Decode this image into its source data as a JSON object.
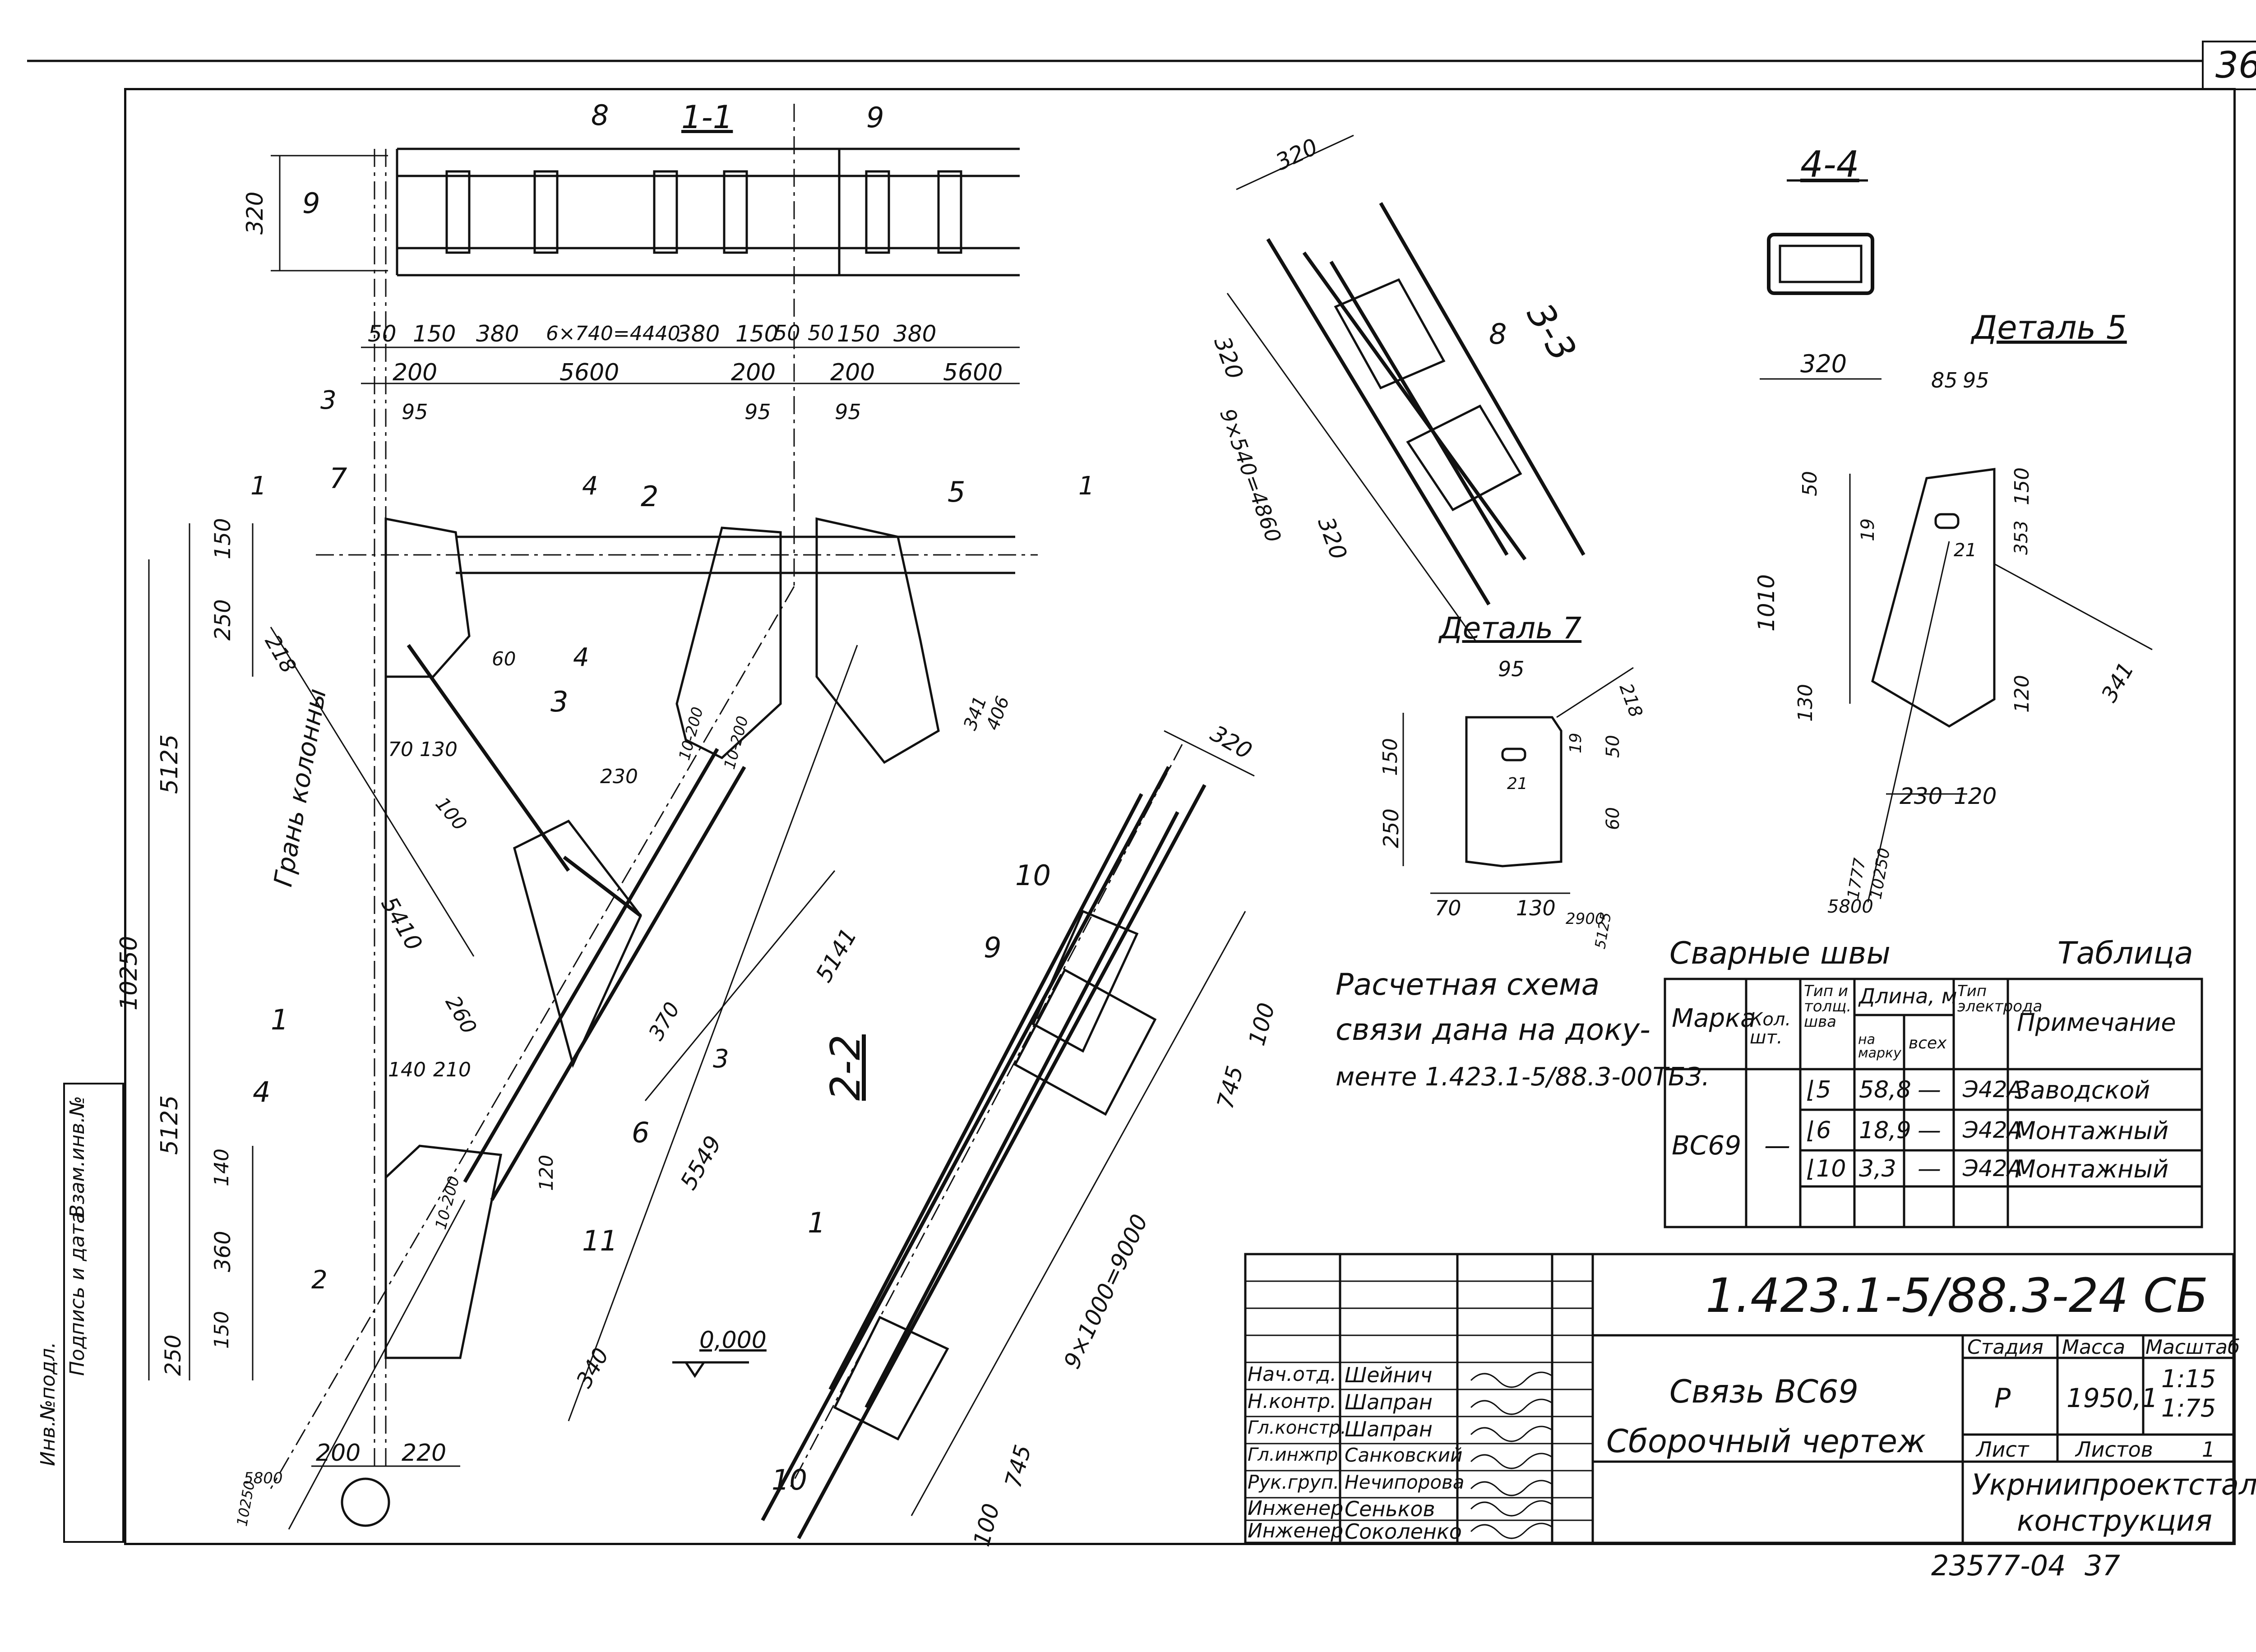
{
  "sheet": {
    "number": "36",
    "copy_mark": "23577-04",
    "copy_page": "37"
  },
  "section_labels": {
    "s11": "1-1",
    "s22": "2-2",
    "s33": "3-3",
    "s44": "4-4",
    "detail5": "Деталь 5",
    "detail7": "Деталь 7",
    "column_face": "Грань колонны",
    "level": "0,000",
    "cut1": "1",
    "cut2": "2",
    "cut3": "3",
    "cut4": "4"
  },
  "dimensions_top": [
    "50",
    "150",
    "380",
    "6×740=4440",
    "380",
    "150",
    "50",
    "50",
    "150",
    "380"
  ],
  "dimensions_axis": [
    "200",
    "5600",
    "200",
    "200",
    "5600"
  ],
  "dimensions_misc": {
    "d320": "320",
    "d95": "95",
    "d50": "50",
    "d150": "150",
    "d250": "250",
    "d218": "218",
    "d5125": "5125",
    "d10250": "10250",
    "d5410": "5410",
    "d70": "70",
    "d130": "130",
    "d60": "60",
    "d100": "100",
    "d230": "230",
    "d260": "260",
    "d370": "370",
    "d5141": "5141",
    "d5549": "5549",
    "d140": "140",
    "d210": "210",
    "d360": "360",
    "d120": "120",
    "d340": "340",
    "d220": "220",
    "d745": "745",
    "d9x1000": "9×1000=9000",
    "d4860": "9×540=4860",
    "d341": "341",
    "d406": "406",
    "d1010": "1010",
    "d19": "19",
    "d21": "21",
    "d353": "353",
    "d85": "85",
    "d1777": "1777",
    "d5800": "5800",
    "d2900": "2900",
    "d6": "6"
  },
  "weld_notes": [
    "10-200",
    "10-200",
    "10-200"
  ],
  "part_marks": [
    "1",
    "2",
    "3",
    "4",
    "5",
    "6",
    "7",
    "8",
    "9",
    "10",
    "11"
  ],
  "calc_note": [
    "Расчетная схема",
    "связи дана на доку-",
    "менте 1.423.1-5/88.3-00ТБЗ."
  ],
  "weld_table": {
    "title": "Сварные швы",
    "label": "Таблица",
    "headers": [
      "Марка",
      "Кол. шт.",
      "Тип и толщ. шва",
      "Длина, м на марку",
      "всех",
      "Тип электрода",
      "Примечание"
    ],
    "header_length": "Длина, м",
    "header_per_mark": "на марку",
    "header_all": "всех",
    "mark": "ВС69",
    "qty": "—",
    "rows": [
      {
        "type": "⌊5",
        "per_mark": "58,8",
        "all": "—",
        "electrode": "Э42А",
        "note": "Заводской"
      },
      {
        "type": "⌊6",
        "per_mark": "18,9",
        "all": "—",
        "electrode": "Э42А",
        "note": "Монтажный"
      },
      {
        "type": "⌊10",
        "per_mark": "3,3",
        "all": "—",
        "electrode": "Э42А",
        "note": "Монтажный"
      }
    ]
  },
  "title_block": {
    "doc_code": "1.423.1-5/88.3-24 СБ",
    "title_line1": "Связь ВС69",
    "title_line2": "Сборочный чертеж",
    "stage_label": "Стадия",
    "mass_label": "Масса",
    "scale_label": "Масштаб",
    "stage": "Р",
    "mass": "1950,1",
    "scale1": "1:15",
    "scale2": "1:75",
    "sheet_label": "Лист",
    "sheets_label": "Листов",
    "sheets": "1",
    "org_line1": "Укрниипроектсталь-",
    "org_line2": "конструкция",
    "signers": [
      {
        "role": "Нач.отд.",
        "name": "Шейнич"
      },
      {
        "role": "Н.контр.",
        "name": "Шапран"
      },
      {
        "role": "Гл.констр.",
        "name": "Шапран"
      },
      {
        "role": "Гл.инжпр.",
        "name": "Санковский"
      },
      {
        "role": "Рук.груп.",
        "name": "Нечипорова"
      },
      {
        "role": "Инженер",
        "name": "Сеньков"
      },
      {
        "role": "Инженер",
        "name": "Соколенко"
      }
    ]
  },
  "side_stamp": [
    "Инв.№подл.",
    "Подпись и дата",
    "Взам.инв.№"
  ]
}
